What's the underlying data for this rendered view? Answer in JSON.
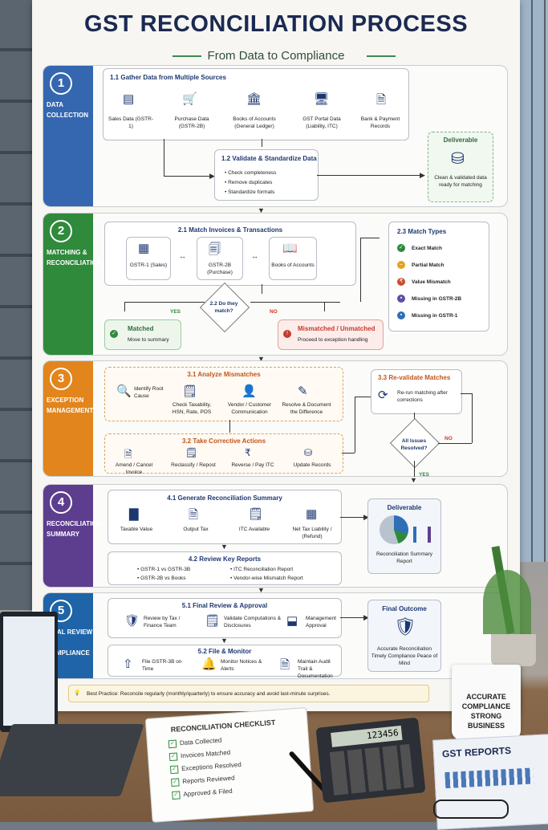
{
  "title": "GST RECONCILIATION PROCESS",
  "subtitle": "From Data to Compliance",
  "phases": [
    {
      "num": "1",
      "name": "DATA COLLECTION",
      "color": "#3566b0"
    },
    {
      "num": "2",
      "name": "MATCHING & RECONCILIATION",
      "color": "#2f8a3b"
    },
    {
      "num": "3",
      "name": "EXCEPTION MANAGEMENT",
      "color": "#e2851c"
    },
    {
      "num": "4",
      "name": "RECONCILIATION SUMMARY",
      "color": "#5d3d8e"
    },
    {
      "num": "5",
      "name": "FINAL REVIEW & COMPLIANCE",
      "color": "#1f64a8"
    }
  ],
  "p1": {
    "gather_title": "1.1 Gather Data from Multiple Sources",
    "sources": [
      "Sales Data (GSTR-1)",
      "Purchase Data (GSTR-2B)",
      "Books of Accounts (General Ledger)",
      "GST Portal Data (Liability, ITC)",
      "Bank & Payment Records"
    ],
    "validate_title": "1.2 Validate & Standardize Data",
    "validate_items": [
      "Check completeness",
      "Remove duplicates",
      "Standardize formats"
    ],
    "deliverable_title": "Deliverable",
    "deliverable_text": "Clean & validated data ready for matching"
  },
  "p2": {
    "match_title": "2.1 Match Invoices & Transactions",
    "docs": [
      "GSTR-1 (Sales)",
      "GSTR-2B (Purchase)",
      "Books of Accounts"
    ],
    "question": "2.2 Do they match?",
    "yes": "YES",
    "no": "NO",
    "matched_title": "Matched",
    "matched_text": "Move to summary",
    "mismatch_title": "Mismatched / Unmatched",
    "mismatch_text": "Proceed to exception handling",
    "types_title": "2.3 Match Types",
    "types": [
      "Exact Match",
      "Partial Match",
      "Value Mismatch",
      "Missing in GSTR-2B",
      "Missing in GSTR-1"
    ],
    "type_colors": [
      "#2f8a3b",
      "#e6a21c",
      "#d04a2b",
      "#5d4fa8",
      "#2f6fb8"
    ]
  },
  "p3": {
    "analyze_title": "3.1 Analyze Mismatches",
    "analyze_items": [
      "Identify Root Cause",
      "Check Taxability, HSN, Rate, POS",
      "Vendor / Customer Communication",
      "Resolve & Document the Difference"
    ],
    "actions_title": "3.2 Take Corrective Actions",
    "actions": [
      "Amend / Cancel Invoice",
      "Reclassify / Repost",
      "Reverse / Pay ITC",
      "Update Records"
    ],
    "revalidate_title": "3.3 Re-validate Matches",
    "revalidate_text": "Re-run matching after corrections",
    "question": "All Issues Resolved?",
    "no": "NO",
    "yes": "YES"
  },
  "p4": {
    "summary_title": "4.1 Generate Reconciliation Summary",
    "summary_items": [
      "Taxable Value",
      "Output Tax",
      "ITC Available",
      "Net Tax Liability / (Refund)"
    ],
    "reports_title": "4.2 Review Key Reports",
    "reports": [
      "GSTR-1 vs GSTR-3B",
      "GSTR-2B vs Books",
      "ITC Reconciliation Report",
      "Vendor-wise Mismatch Report"
    ],
    "deliverable_title": "Deliverable",
    "deliverable_text": "Reconciliation Summary Report"
  },
  "p5": {
    "review_title": "5.1 Final Review & Approval",
    "review_items": [
      "Review by Tax / Finance Team",
      "Validate Computations & Disclosures",
      "Management Approval"
    ],
    "file_title": "5.2 File & Monitor",
    "file_items": [
      "File GSTR-3B on Time",
      "Monitor Notices & Alerts",
      "Maintain Audit Trail & Documentation"
    ],
    "outcome_title": "Final Outcome",
    "outcome_text": "Accurate Reconciliation Timely Compliance Peace of Mind"
  },
  "best_practice": "Best Practice: Reconcile regularly (monthly/quarterly) to ensure accuracy and avoid last-minute surprises.",
  "desk": {
    "checklist_title": "RECONCILIATION CHECKLIST",
    "checklist": [
      "Data Collected",
      "Invoices Matched",
      "Exceptions Resolved",
      "Reports Reviewed",
      "Approved & Filed"
    ],
    "calc_display": "123456",
    "mug_text": "ACCURATE COMPLIANCE STRONG BUSINESS",
    "report_title": "GST REPORTS"
  }
}
